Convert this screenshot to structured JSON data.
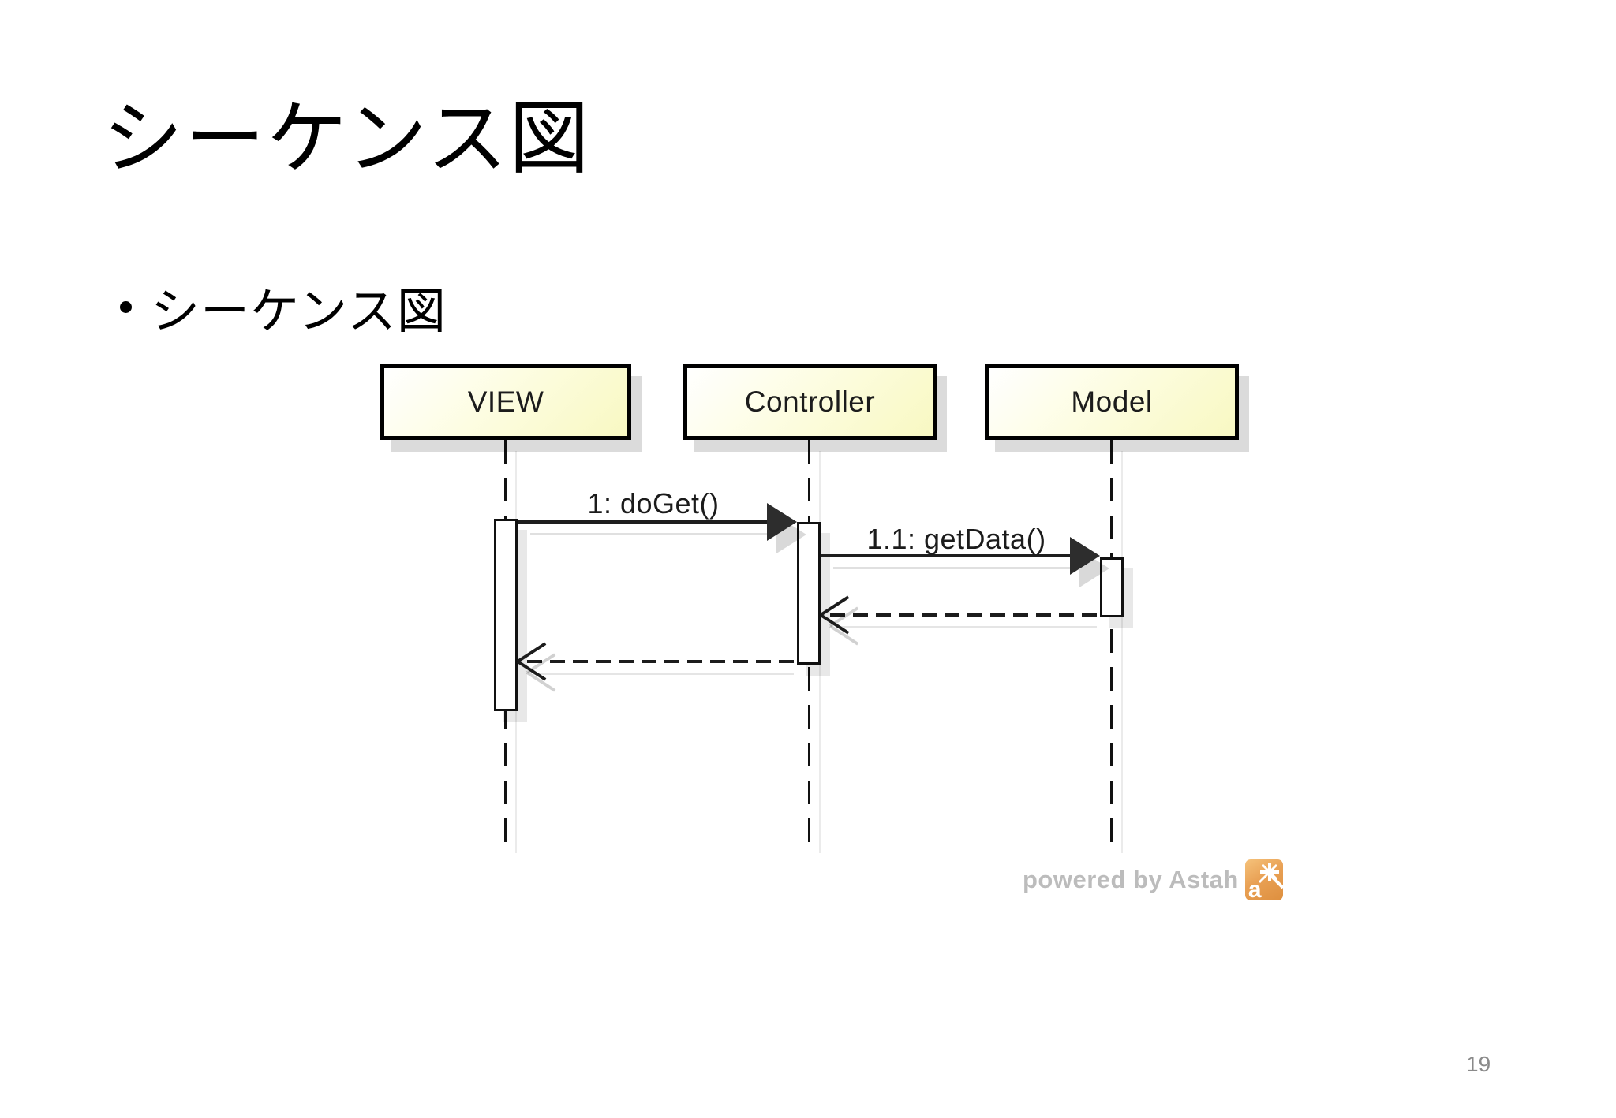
{
  "slide": {
    "title": "シーケンス図",
    "bullet_text": "シーケンス図",
    "page_number": "19"
  },
  "diagram": {
    "objects": [
      {
        "label": "VIEW"
      },
      {
        "label": "Controller"
      },
      {
        "label": "Model"
      }
    ],
    "messages": [
      {
        "type": "sync",
        "from": "VIEW",
        "to": "Controller",
        "label": "1: doGet()"
      },
      {
        "type": "sync",
        "from": "Controller",
        "to": "Model",
        "label": "1.1: getData()"
      },
      {
        "type": "reply",
        "from": "Model",
        "to": "Controller",
        "label": ""
      },
      {
        "type": "reply",
        "from": "Controller",
        "to": "VIEW",
        "label": ""
      }
    ],
    "watermark": {
      "text": "powered by Astah",
      "icon_letter": "a"
    }
  },
  "colors": {
    "object_fill_light": "#ffffff",
    "object_fill_yellow": "#f8f8c2",
    "outline": "#000000",
    "watermark_gray": "#bcbcbc",
    "astah_orange": "#e9a155",
    "page_number_gray": "#8a8a8a"
  }
}
